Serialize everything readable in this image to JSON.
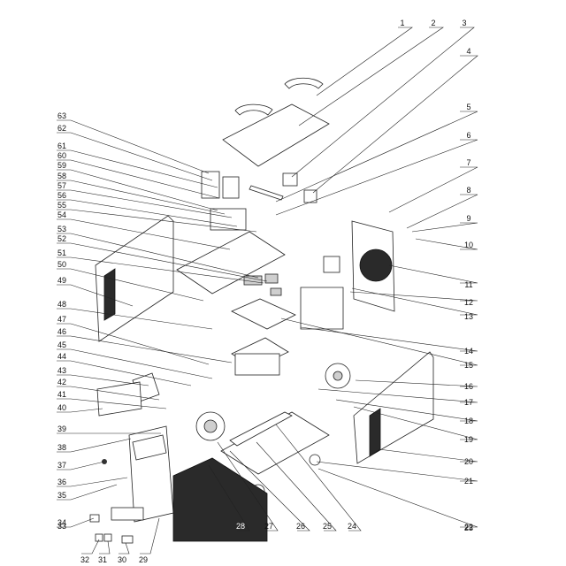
{
  "diagram": {
    "callouts": {
      "left": [
        "63",
        "62",
        "61",
        "60",
        "59",
        "58",
        "57",
        "56",
        "55",
        "54",
        "53",
        "52",
        "51",
        "50",
        "49",
        "48",
        "47",
        "46",
        "45",
        "44",
        "43",
        "42",
        "41",
        "40",
        "39",
        "38",
        "37",
        "36",
        "35",
        "34",
        "33"
      ],
      "right": [
        "1",
        "2",
        "3",
        "4",
        "5",
        "6",
        "7",
        "8",
        "9",
        "10",
        "11",
        "12",
        "13",
        "14",
        "15",
        "16",
        "17",
        "18",
        "19",
        "20",
        "21",
        "22",
        "23"
      ],
      "bottom": [
        "32",
        "31",
        "30",
        "29",
        "28",
        "27",
        "26",
        "25",
        "24"
      ]
    },
    "highlighted_callout": "28",
    "colors": {
      "ink": "#222222",
      "fill_dark": "#000000",
      "paper": "#ffffff"
    }
  }
}
